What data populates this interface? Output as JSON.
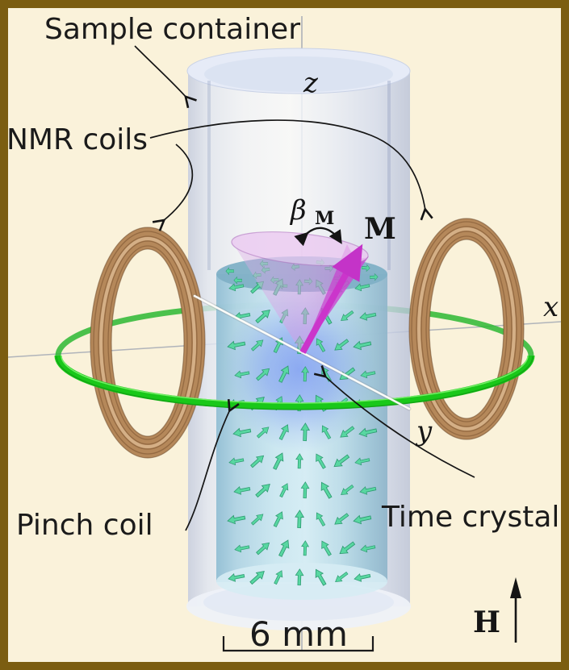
{
  "figure": {
    "labels": {
      "sample_container": "Sample container",
      "nmr_coils": "NMR coils",
      "pinch_coil": "Pinch coil",
      "time_crystal": "Time crystal",
      "scale_bar": "6 mm",
      "field": "H",
      "axis_x": "x",
      "axis_y": "y",
      "axis_z": "z",
      "magnetization": "M",
      "beta": "β",
      "beta_subscript": "M"
    },
    "colors": {
      "background": "#faf2da",
      "border": "#7b5d11",
      "pinch_coil_green": "#19c819",
      "nmr_coil_brown": "#b5885a",
      "magnetization_magenta": "#c433c8",
      "spin_arrow_green": "#58d7a1",
      "bec_blob_blue": "#5c7df0",
      "precession_cone_pink": "#dca4e0",
      "container_glass_blue": "#dde5f2",
      "sample_liquid_blue": "#c8e6f0"
    }
  }
}
